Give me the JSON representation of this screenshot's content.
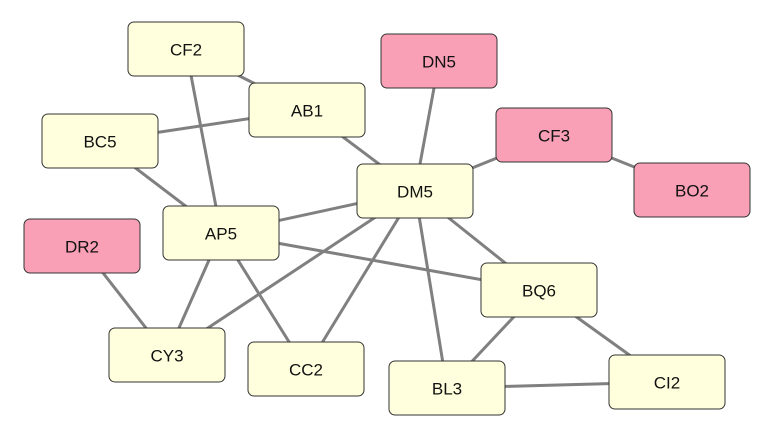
{
  "colors": {
    "default_fill": "#ffffdd",
    "highlight_fill": "#f9a0b6",
    "edge": "#808080",
    "border": "#333333"
  },
  "nodes": [
    {
      "id": "CF2",
      "label": "CF2",
      "highlight": false
    },
    {
      "id": "AB1",
      "label": "AB1",
      "highlight": false
    },
    {
      "id": "DN5",
      "label": "DN5",
      "highlight": true
    },
    {
      "id": "BC5",
      "label": "BC5",
      "highlight": false
    },
    {
      "id": "CF3",
      "label": "CF3",
      "highlight": true
    },
    {
      "id": "BO2",
      "label": "BO2",
      "highlight": true
    },
    {
      "id": "DM5",
      "label": "DM5",
      "highlight": false
    },
    {
      "id": "AP5",
      "label": "AP5",
      "highlight": false
    },
    {
      "id": "DR2",
      "label": "DR2",
      "highlight": true
    },
    {
      "id": "BQ6",
      "label": "BQ6",
      "highlight": false
    },
    {
      "id": "CY3",
      "label": "CY3",
      "highlight": false
    },
    {
      "id": "CC2",
      "label": "CC2",
      "highlight": false
    },
    {
      "id": "BL3",
      "label": "BL3",
      "highlight": false
    },
    {
      "id": "CI2",
      "label": "CI2",
      "highlight": false
    }
  ],
  "edges": [
    [
      "CF2",
      "AB1"
    ],
    [
      "CF2",
      "AP5"
    ],
    [
      "AB1",
      "BC5"
    ],
    [
      "AB1",
      "DM5"
    ],
    [
      "DN5",
      "DM5"
    ],
    [
      "CF3",
      "DM5"
    ],
    [
      "CF3",
      "BO2"
    ],
    [
      "BC5",
      "AP5"
    ],
    [
      "DM5",
      "AP5"
    ],
    [
      "DM5",
      "CY3"
    ],
    [
      "DM5",
      "CC2"
    ],
    [
      "DM5",
      "BL3"
    ],
    [
      "DM5",
      "BQ6"
    ],
    [
      "AP5",
      "BQ6"
    ],
    [
      "AP5",
      "CY3"
    ],
    [
      "AP5",
      "CC2"
    ],
    [
      "DR2",
      "CY3"
    ],
    [
      "BQ6",
      "BL3"
    ],
    [
      "BQ6",
      "CI2"
    ],
    [
      "BL3",
      "CI2"
    ]
  ]
}
